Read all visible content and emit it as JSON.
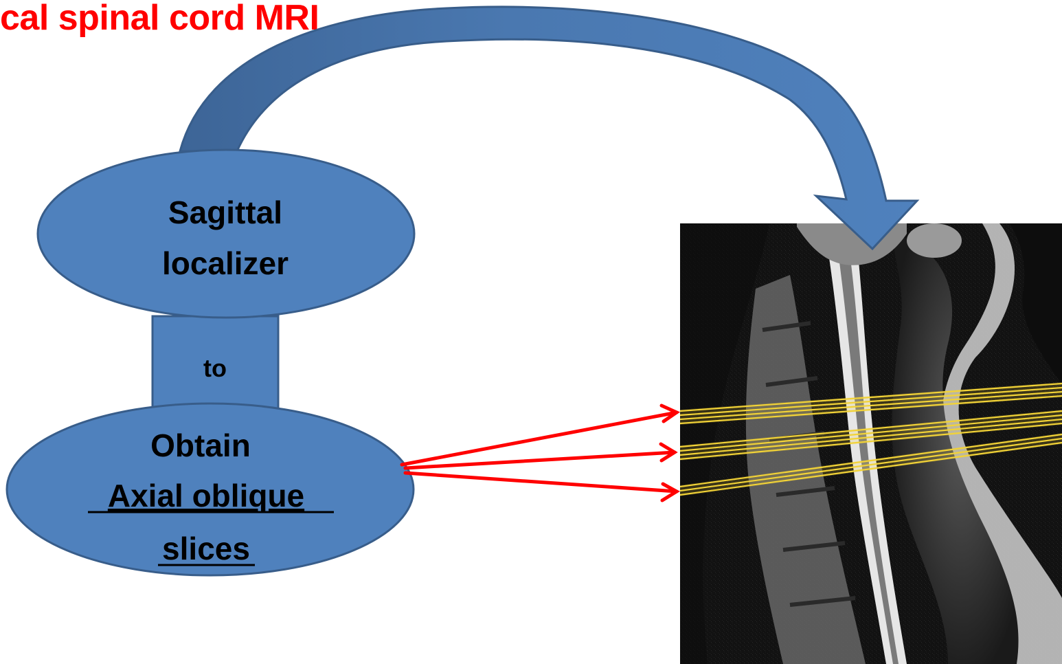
{
  "title": "cal spinal cord MRI",
  "nodes": {
    "sagittal": {
      "line1": "Sagittal",
      "line2": "localizer"
    },
    "connector": {
      "label": "to"
    },
    "axial": {
      "line1": "Obtain",
      "line2": "Axial oblique ",
      "line3": "slices"
    }
  },
  "image": {
    "description_icon": "mri-sagittal-cervical-spine"
  },
  "colors": {
    "shape_fill": "#4f81bd",
    "shape_stroke": "#385d8a",
    "arrow_red": "#ff0000",
    "slice_yellow": "#f2d338",
    "title_red": "#ff0000"
  }
}
